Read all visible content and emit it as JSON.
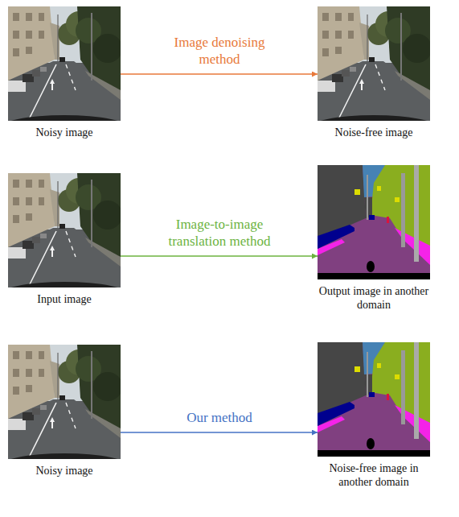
{
  "diagram": {
    "nodes": [
      {
        "text": [
          "Noisy image"
        ]
      },
      {
        "text": [
          "Noise-free image"
        ]
      },
      {
        "text": [
          "Input image"
        ]
      },
      {
        "text": [
          "Output image in another domain"
        ]
      },
      {
        "text": [
          "Noisy image"
        ]
      },
      {
        "text": [
          "Noise-free image in another domain"
        ]
      }
    ],
    "edges": [
      {
        "from": 0,
        "to": 1,
        "label": "Image denoising method",
        "arrow": "to"
      },
      {
        "from": 2,
        "to": 3,
        "label": "Image-to-image translation method",
        "arrow": "to"
      },
      {
        "from": 4,
        "to": 5,
        "label": "Our method",
        "arrow": "to"
      }
    ]
  }
}
